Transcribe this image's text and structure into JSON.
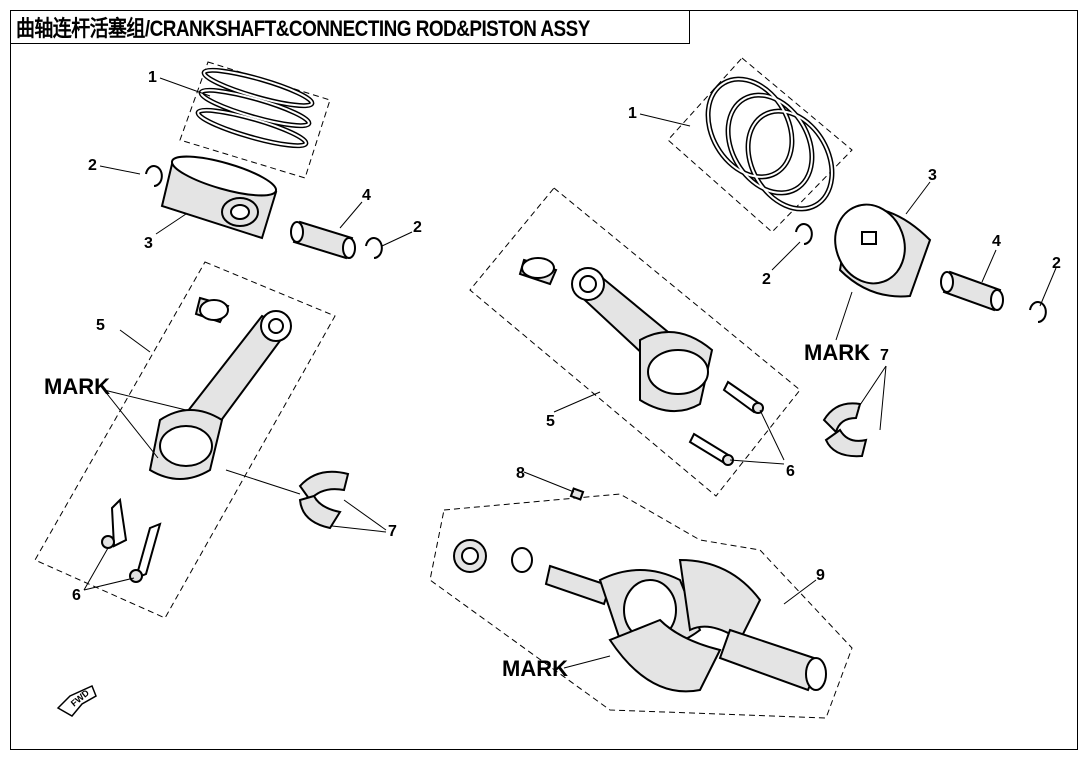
{
  "title": "曲轴连杆活塞组/CRANKSHAFT&CONNECTING ROD&PISTON ASSY",
  "callouts": {
    "left": {
      "piston_rings": "1",
      "circlip_top": "2",
      "piston": "3",
      "piston_pin": "4",
      "circlip_right": "2",
      "conrod": "5",
      "mark": "MARK",
      "bearing": "7",
      "bolts": "6"
    },
    "right": {
      "piston_rings": "1",
      "piston": "3",
      "circlip_left": "2",
      "piston_pin": "4",
      "circlip_right": "2",
      "mark_piston": "MARK",
      "bearing": "7",
      "conrod": "5",
      "bolts": "6"
    },
    "crank": {
      "key": "8",
      "crankshaft": "9",
      "mark": "MARK"
    }
  },
  "fwd_label": "FWD"
}
